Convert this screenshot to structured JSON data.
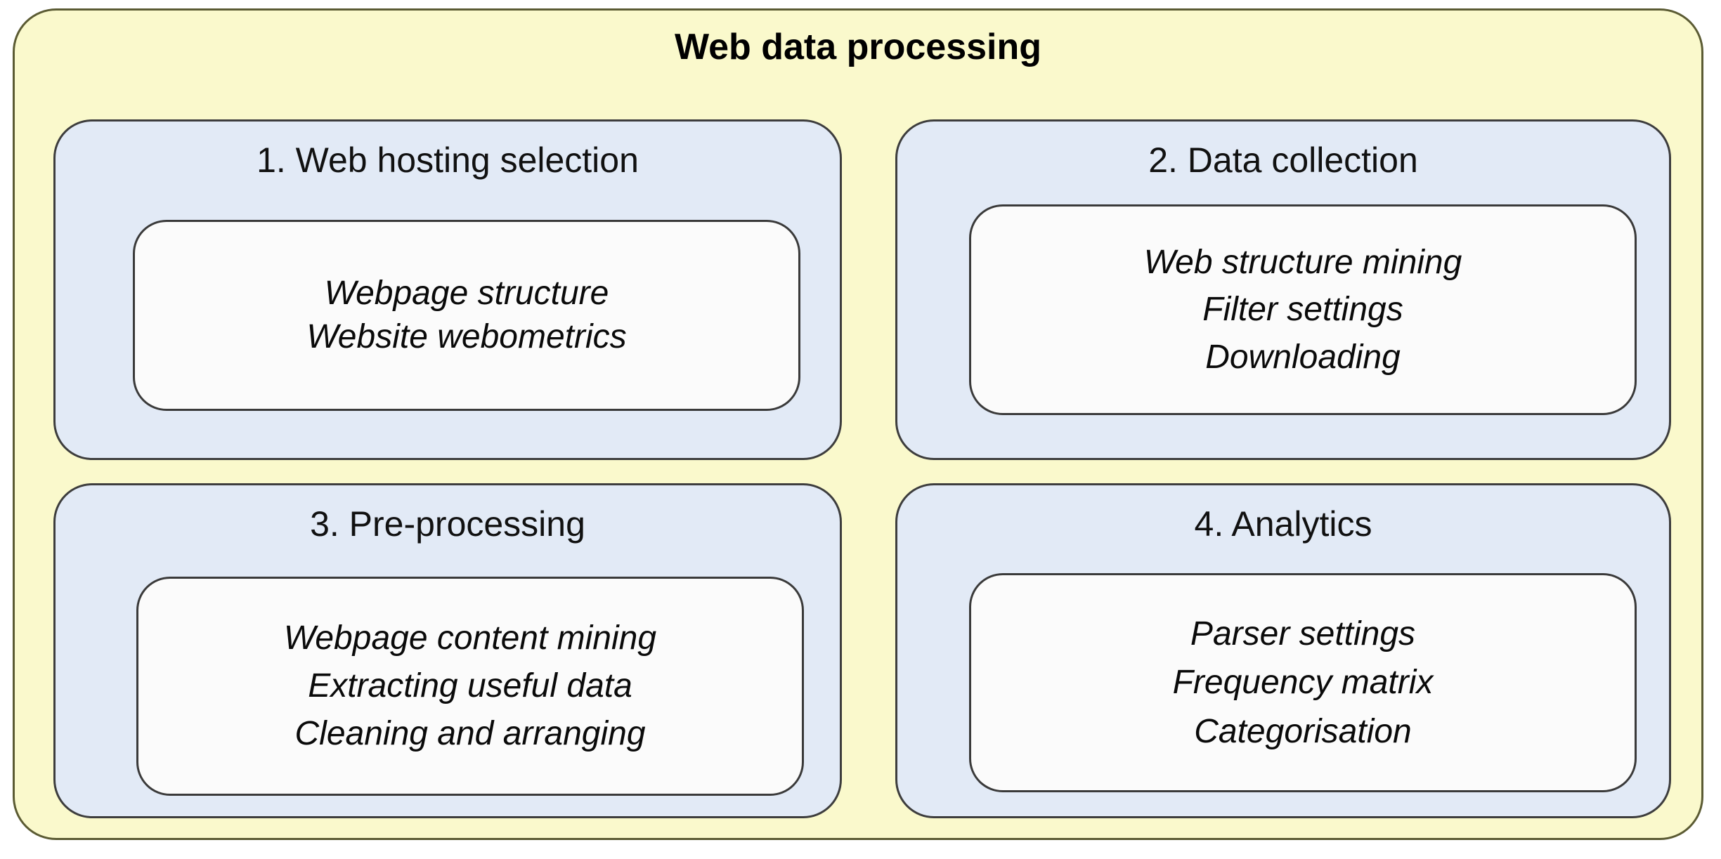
{
  "diagram": {
    "title": "Web data processing",
    "colors": {
      "outer_background": "#FAF9CC",
      "panel_background": "#E2EAF6",
      "inner_background": "#FBFBFB",
      "border": "#3d3d3d",
      "text": "#000000"
    },
    "stages": [
      {
        "title": "1. Web hosting selection",
        "items": [
          "Webpage structure",
          "Website webometrics"
        ]
      },
      {
        "title": "2. Data collection",
        "items": [
          "Web structure mining",
          "Filter settings",
          "Downloading"
        ]
      },
      {
        "title": "3. Pre-processing",
        "items": [
          "Webpage content mining",
          "Extracting useful data",
          "Cleaning and arranging"
        ]
      },
      {
        "title": "4. Analytics",
        "items": [
          "Parser settings",
          "Frequency matrix",
          "Categorisation"
        ]
      }
    ]
  }
}
